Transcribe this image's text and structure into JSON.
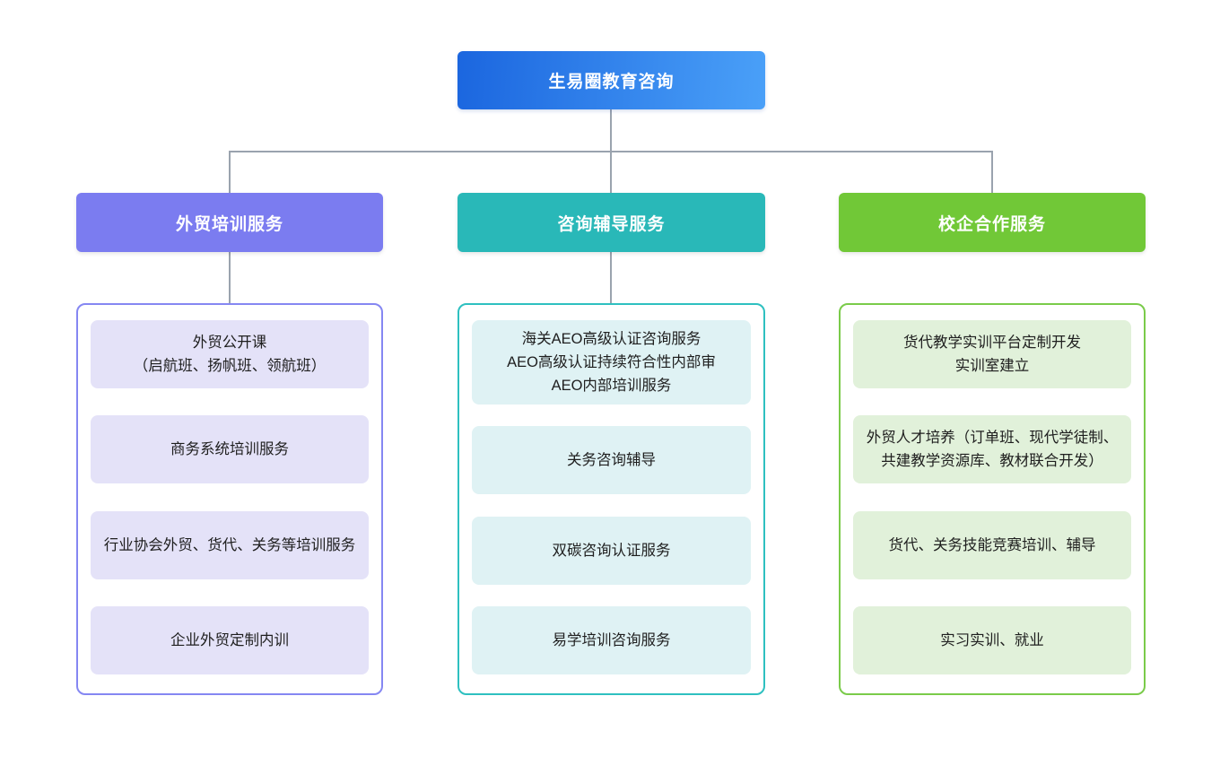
{
  "root": {
    "label": "生易圈教育咨询",
    "gradient_start": "#1b66df",
    "gradient_end": "#4aa0f8"
  },
  "connector_color": "#9aa3ae",
  "columns": [
    {
      "id": "foreign-trade-training",
      "header": "外贸培训服务",
      "header_color": "#7b7cf0",
      "border_color": "#8587f2",
      "item_bg": "#e4e2f8",
      "items": [
        {
          "lines": [
            "外贸公开课",
            "（启航班、扬帆班、领航班）"
          ]
        },
        {
          "lines": [
            "商务系统培训服务"
          ]
        },
        {
          "lines": [
            "行业协会外贸、货代、关务等培训服务"
          ]
        },
        {
          "lines": [
            "企业外贸定制内训"
          ]
        }
      ]
    },
    {
      "id": "consulting-coaching",
      "header": "咨询辅导服务",
      "header_color": "#29b8b8",
      "border_color": "#2ec0c0",
      "item_bg": "#dff2f4",
      "items": [
        {
          "lines": [
            "海关AEO高级认证咨询服务",
            "AEO高级认证持续符合性内部审",
            "AEO内部培训服务"
          ]
        },
        {
          "lines": [
            "关务咨询辅导"
          ]
        },
        {
          "lines": [
            "双碳咨询认证服务"
          ]
        },
        {
          "lines": [
            "易学培训咨询服务"
          ]
        }
      ]
    },
    {
      "id": "school-enterprise-cooperation",
      "header": "校企合作服务",
      "header_color": "#71c837",
      "border_color": "#7acb4a",
      "item_bg": "#e1f1da",
      "items": [
        {
          "lines": [
            "货代教学实训平台定制开发",
            "实训室建立"
          ]
        },
        {
          "lines": [
            "外贸人才培养（订单班、现代学徒制、共建教学资源库、教材联合开发）"
          ]
        },
        {
          "lines": [
            "货代、关务技能竞赛培训、辅导"
          ]
        },
        {
          "lines": [
            "实习实训、就业"
          ]
        }
      ]
    }
  ]
}
